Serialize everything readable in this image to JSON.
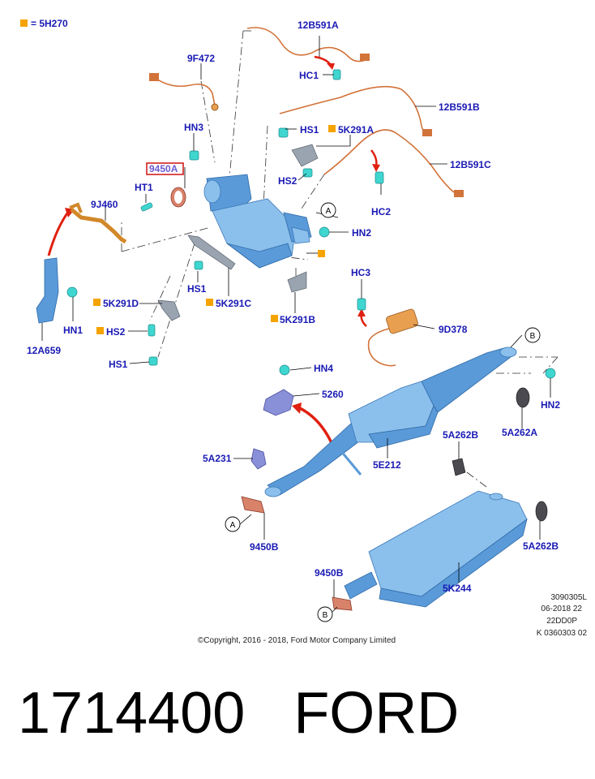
{
  "legend": {
    "text": "= 5H270",
    "color": "#f5a300"
  },
  "labels": {
    "12B591A": "12B591A",
    "HC1": "HC1",
    "9F472": "9F472",
    "12B591B": "12B591B",
    "HN3": "HN3",
    "HS1_top": "HS1",
    "5K291A": "5K291A",
    "9450A": "9450A",
    "HS2_top": "HS2",
    "12B591C": "12B591C",
    "HT1": "HT1",
    "9J460": "9J460",
    "HC2": "HC2",
    "HN2_top": "HN2",
    "HS1_mid": "HS1",
    "5K291C": "5K291C",
    "HN1": "HN1",
    "5K291D": "5K291D",
    "5K291B": "5K291B",
    "12A659": "12A659",
    "HS2_low": "HS2",
    "HS1_low": "HS1",
    "HC3": "HC3",
    "9D378": "9D378",
    "HN4": "HN4",
    "5260": "5260",
    "HN2_right": "HN2",
    "5A262A": "5A262A",
    "5A262B_top": "5A262B",
    "5A231": "5A231",
    "5E212": "5E212",
    "9450B_mid": "9450B",
    "5A262B_right": "5A262B",
    "9450B_low": "9450B",
    "5K244": "5K244"
  },
  "callouts": {
    "A1": "A",
    "A2": "A",
    "B1": "B",
    "B2": "B"
  },
  "copyright": "©Copyright, 2016 - 2018, Ford Motor Company Limited",
  "ref_codes": [
    "3090305L",
    "06-2018 22",
    "22DD0P",
    "K 0360303 02"
  ],
  "part_number": "1714400",
  "brand": "FORD",
  "colors": {
    "label": "#1a1ab4",
    "highlight_box": "#d01010",
    "arrow": "#e02010",
    "wire": "#d2733a",
    "part_blue": "#5a9ad8",
    "clip_cyan": "#3fd6d0"
  }
}
